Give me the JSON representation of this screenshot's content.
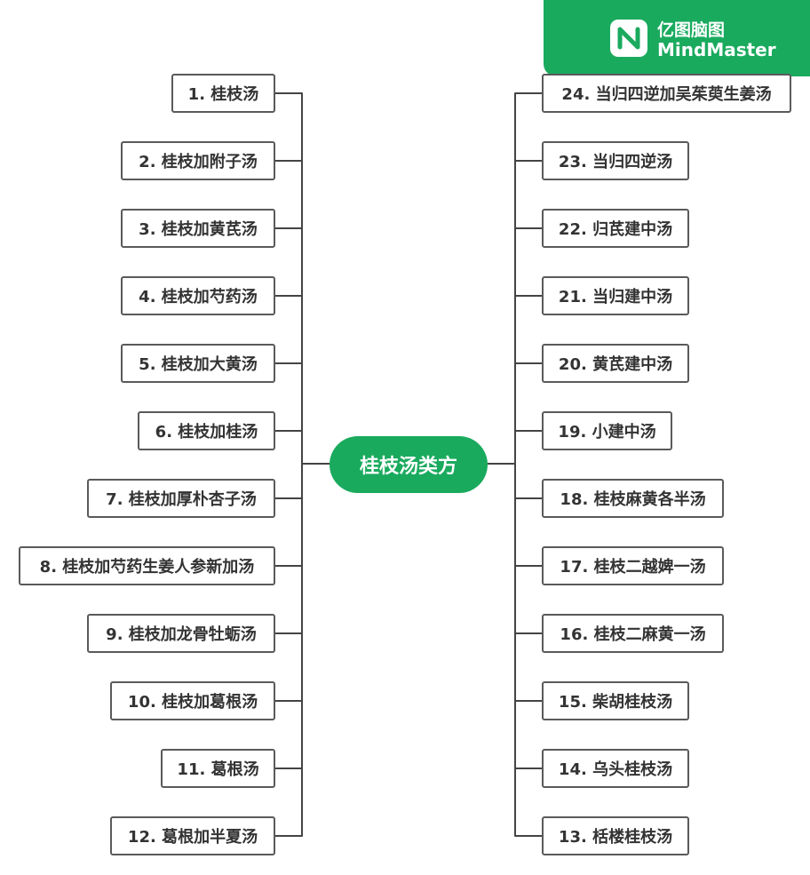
{
  "center": {
    "label": "桂枝汤类方"
  },
  "left_items": [
    "1. 桂枝汤",
    "2. 桂枝加附子汤",
    "3. 桂枝加黄芪汤",
    "4. 桂枝加芍药汤",
    "5. 桂枝加大黄汤",
    "6. 桂枝加桂汤",
    "7. 桂枝加厚朴杏子汤",
    "8. 桂枝加芍药生姜人参新加汤",
    "9. 桂枝加龙骨牡蛎汤",
    "10. 桂枝加葛根汤",
    "11. 葛根汤",
    "12. 葛根加半夏汤"
  ],
  "right_items": [
    "24. 当归四逆加吴茱萸生姜汤",
    "23. 当归四逆汤",
    "22. 归芪建中汤",
    "21. 当归建中汤",
    "20. 黄芪建中汤",
    "19. 小建中汤",
    "18. 桂枝麻黄各半汤",
    "17. 桂枝二越婢一汤",
    "16. 桂枝二麻黄一汤",
    "15. 柴胡桂枝汤",
    "14. 乌头桂枝汤",
    "13. 栝楼桂枝汤"
  ],
  "brand": {
    "name_cn": "亿图脑图",
    "name_en": "MindMaster",
    "logo_icon": "mindmaster-logo-icon",
    "color": "#1aaa5e"
  }
}
